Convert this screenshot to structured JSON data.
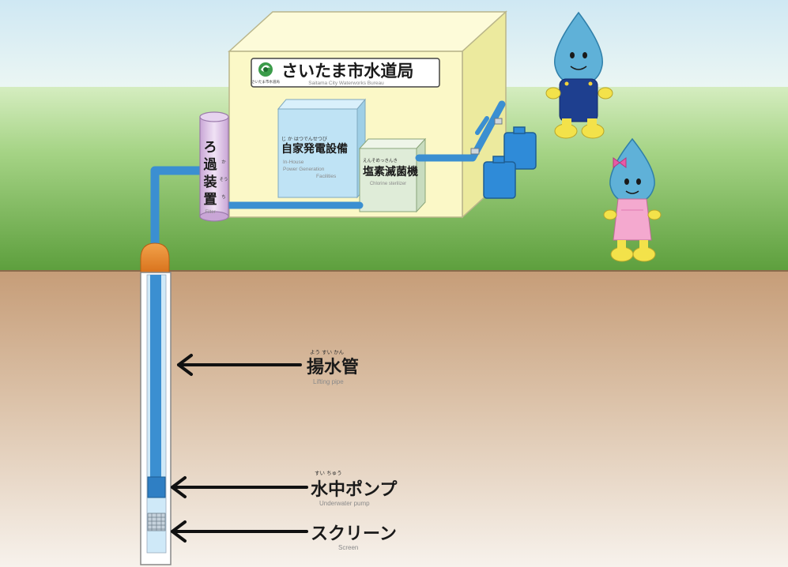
{
  "colors": {
    "sky_top": "#cfe8f3",
    "sky_bottom": "#f4fbf2",
    "grass_top": "#bfe3a4",
    "grass_bottom": "#5ea33f",
    "soil_top": "#c9a27e",
    "soil_bottom": "#f3ece3",
    "building": "#fbf8c7",
    "pipe": "#3b8fd1",
    "well_cap": "#e8892e",
    "character_body": "#5fb1d8"
  },
  "building": {
    "sign_title": "さいたま市水道局",
    "sign_subtitle": "Saitama City Waterworks Bureau",
    "logo_caption": "さいたま市水道局",
    "generator": {
      "ruby": "じ か はつでんせつび",
      "label": "自家発電設備",
      "en_line1": "In-House",
      "en_line2": "Power Generation",
      "en_line3": "Facilities"
    },
    "chlorinator": {
      "ruby": "えんそめっきんき",
      "label": "塩素滅菌機",
      "en": "Chlorine sterilizer"
    }
  },
  "filter": {
    "label_chars": [
      "ろ",
      "過",
      "装",
      "置"
    ],
    "ruby_chars": [
      "か",
      "そう",
      "ち"
    ],
    "en": "Filter"
  },
  "labels": {
    "lifting_pipe": {
      "ruby": "よう すい かん",
      "label": "揚水管",
      "en": "Lifting pipe"
    },
    "underwater_pump": {
      "ruby": "すい ちゅう",
      "label": "水中ポンプ",
      "en": "Underwater pump"
    },
    "screen": {
      "label": "スクリーン",
      "en": "Screen"
    }
  },
  "icons": [
    "arrow-left-icon",
    "water-drop-mascot-icon",
    "faucet-icon",
    "water-tank-icon",
    "city-logo-icon"
  ]
}
